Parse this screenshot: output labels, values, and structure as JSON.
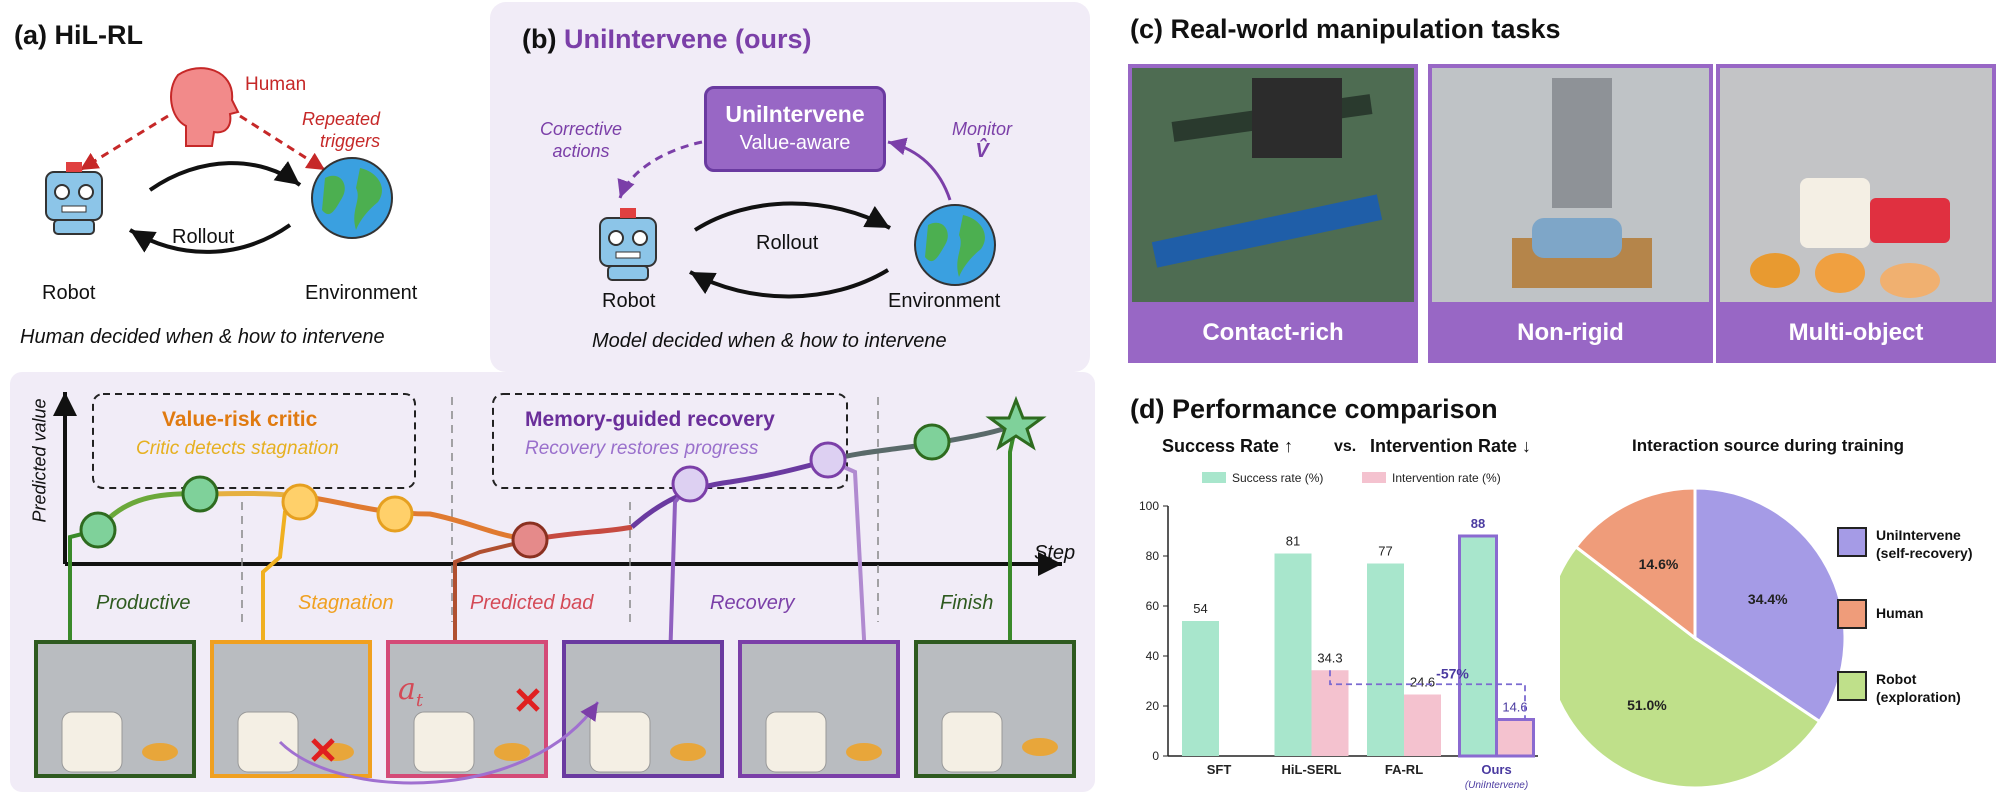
{
  "panel_a": {
    "title": "(a) HiL-RL",
    "human": "Human",
    "repeated_triggers": [
      "Repeated",
      "triggers"
    ],
    "rollout": "Rollout",
    "robot": "Robot",
    "environment": "Environment",
    "caption": "Human decided when & how to intervene"
  },
  "panel_b": {
    "title_prefix": "(b) ",
    "title_name": "UniIntervene (ours)",
    "box_title": "UniIntervene",
    "box_sub": "Value-aware",
    "corrective": [
      "Corrective",
      "actions"
    ],
    "monitor": "Monitor",
    "monitor_symbol": "V̂",
    "rollout": "Rollout",
    "robot": "Robot",
    "environment": "Environment",
    "caption": "Model decided when & how to intervene"
  },
  "timeline": {
    "ylabel": "Predicted value",
    "xlabel": "Step",
    "critic_title": "Value-risk critic",
    "critic_sub": "Critic detects stagnation",
    "memory_title": "Memory-guided recovery",
    "memory_sub": "Recovery restores progress",
    "phases": [
      "Productive",
      "Stagnation",
      "Predicted bad",
      "Recovery",
      "Finish"
    ],
    "action_symbol": "a",
    "action_subscript": "t",
    "colors": {
      "productive": "#2e6b1f",
      "stagnation": "#f0a020",
      "bad": "#d44a57",
      "recovery": "#7b3fa8",
      "finish": "#2e6b1f"
    }
  },
  "panel_c": {
    "title": "(c) Real-world manipulation tasks",
    "captions": [
      "Contact-rich",
      "Non-rigid",
      "Multi-object"
    ]
  },
  "panel_d": {
    "title": "(d) Performance comparison",
    "subtitle_left": "Success Rate ↑",
    "subtitle_vs": "vs.",
    "subtitle_right": "Intervention Rate ↓",
    "pie_title": "Interaction source during training",
    "ours_sub": "(UniIntervene)",
    "reduction_label": "-57%"
  },
  "chart_data": [
    {
      "type": "bar",
      "categories": [
        "SFT",
        "HiL-SERL",
        "FA-RL",
        "Ours"
      ],
      "series": [
        {
          "name": "Success rate (%)",
          "values": [
            54,
            81,
            77,
            88
          ],
          "color": "#a8e6cc"
        },
        {
          "name": "Intervention rate (%)",
          "values": [
            null,
            34.3,
            24.6,
            14.6
          ],
          "color": "#f4c2cf"
        }
      ],
      "data_labels": [
        "54",
        "81",
        "77",
        "88",
        "34.3",
        "24.6",
        "14.6"
      ],
      "ylim": [
        0,
        100
      ],
      "yticks": [
        0,
        20,
        40,
        60,
        80,
        100
      ],
      "legend_placement": "top"
    },
    {
      "type": "pie",
      "title": "Interaction source during training",
      "slices": [
        {
          "name": "UniIntervene (self-recovery)",
          "lines": [
            "UniIntervene",
            "(self-recovery)"
          ],
          "value": 34.4,
          "label": "34.4%",
          "color": "#a59be6"
        },
        {
          "name": "Robot (exploration)",
          "lines": [
            "Robot",
            "(exploration)"
          ],
          "value": 51.0,
          "label": "51.0%",
          "color": "#bfe08a"
        },
        {
          "name": "Human",
          "lines": [
            "Human"
          ],
          "value": 14.6,
          "label": "14.6%",
          "color": "#ef9c7a"
        }
      ],
      "legend_placement": "right"
    }
  ]
}
